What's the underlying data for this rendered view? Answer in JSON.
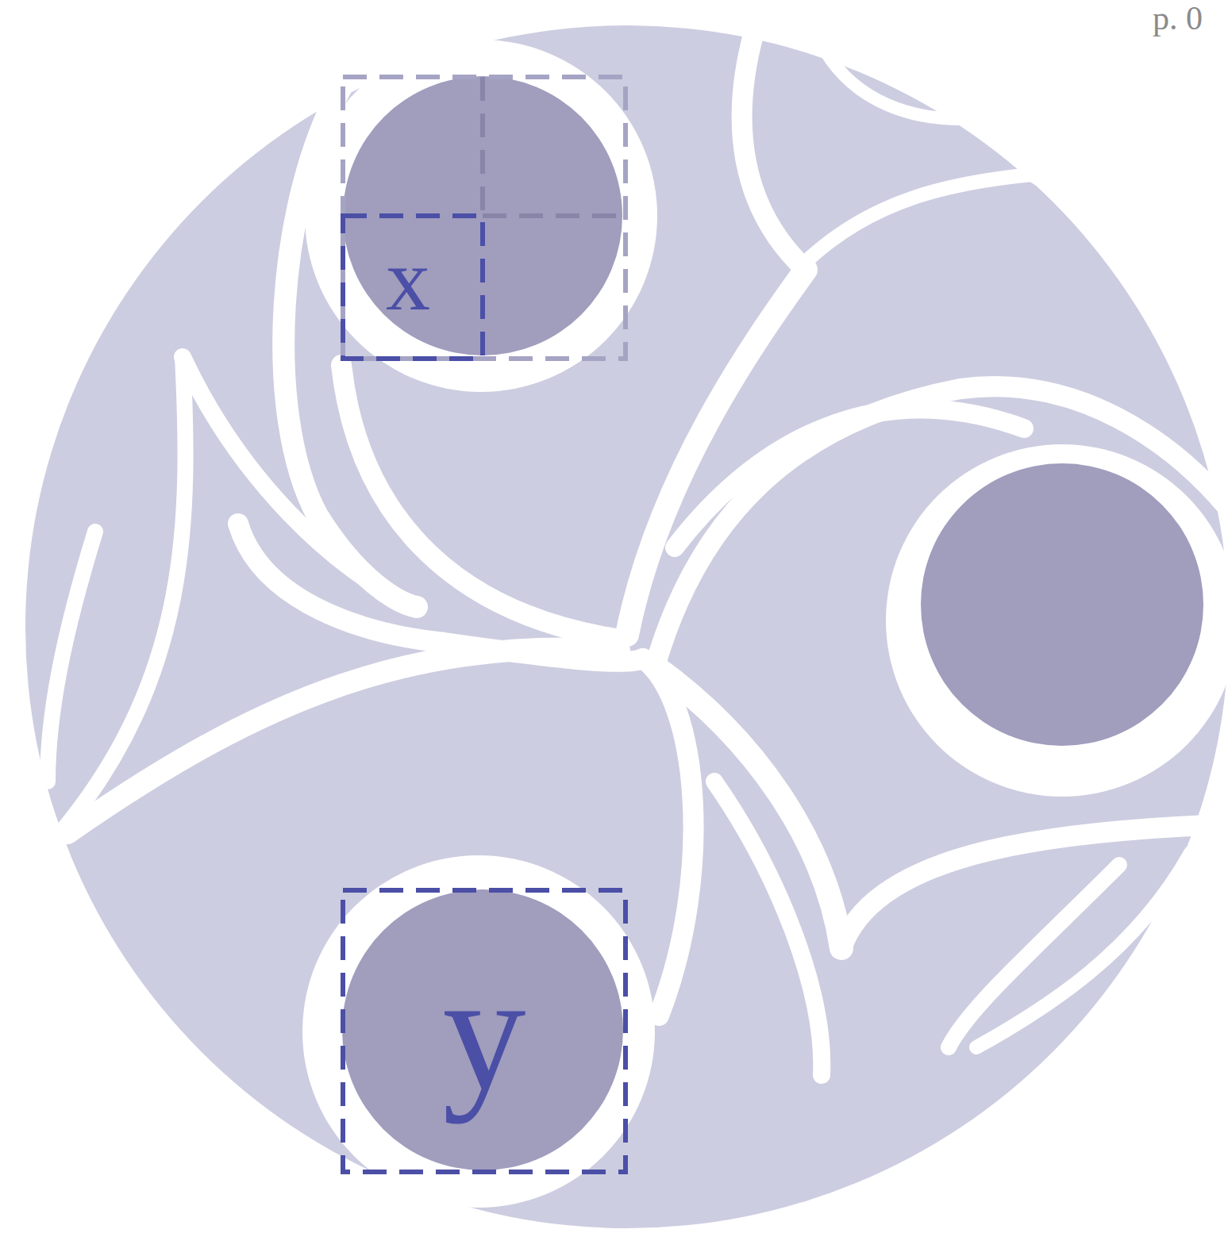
{
  "diagram": {
    "nodes": [
      {
        "text": [
          "x"
        ]
      },
      {
        "text": [
          "y"
        ]
      }
    ],
    "edges": [],
    "labels": [
      "p. 0"
    ]
  }
}
